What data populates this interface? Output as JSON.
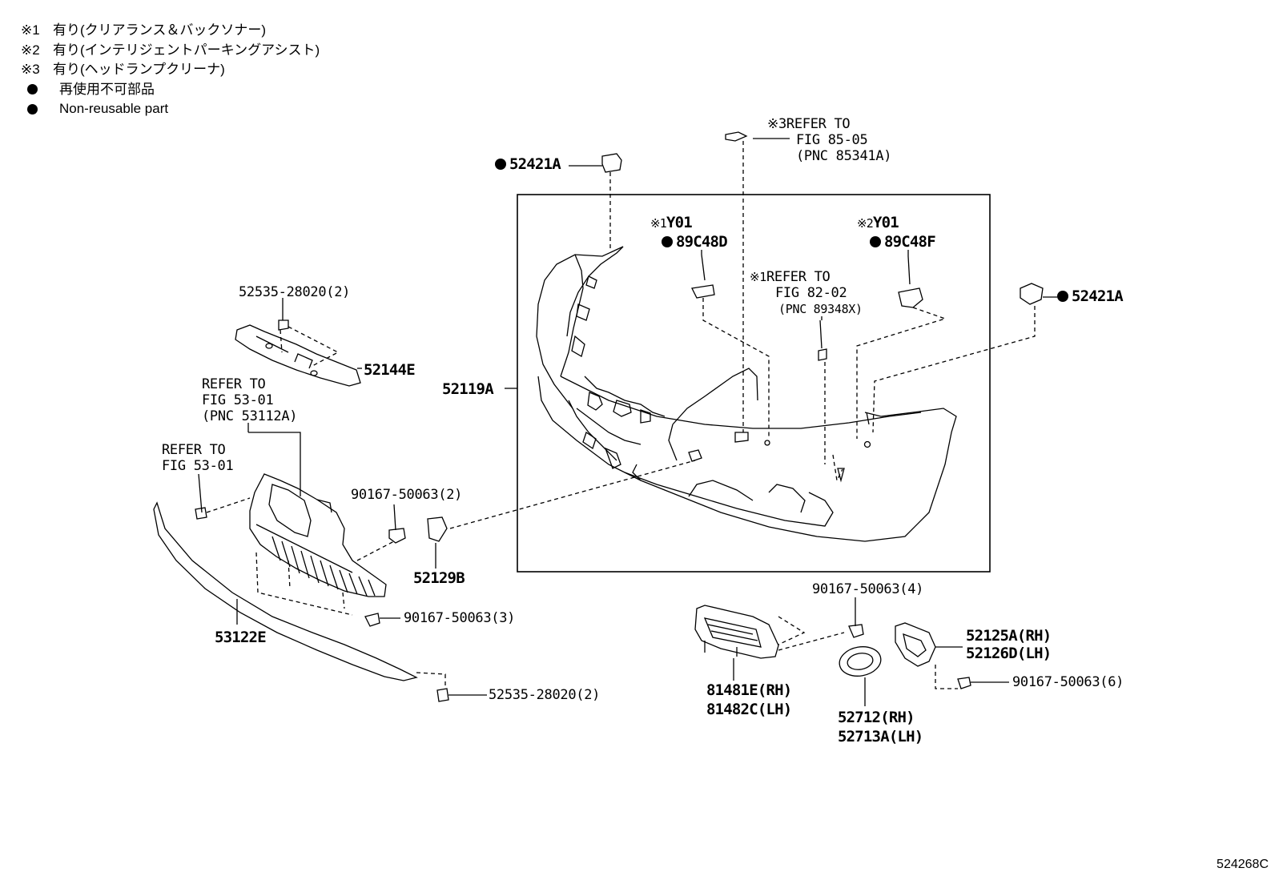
{
  "legend": [
    {
      "mark": "※1",
      "text": "有り(クリアランス＆バックソナー)"
    },
    {
      "mark": "※2",
      "text": "有り(インテリジェントパーキングアシスト)"
    },
    {
      "mark": "※3",
      "text": "有り(ヘッドランプクリーナ)"
    },
    {
      "mark": "●",
      "text": "再使用不可部品"
    },
    {
      "mark": "●",
      "text": "Non-reusable part"
    }
  ],
  "labels": {
    "p52421A_left": "52421A",
    "p52421A_right": "52421A",
    "refer85_mark": "※3",
    "refer85_l1": "REFER TO",
    "refer85_l2": "FIG 85-05",
    "refer85_l3": "(PNC 85341A)",
    "y01_a_mark": "※1",
    "y01_a": "Y01",
    "p89C48D": "89C48D",
    "y01_b_mark": "※2",
    "y01_b": "Y01",
    "p89C48F": "89C48F",
    "refer82_mark": "※1",
    "refer82_l1": "REFER TO",
    "refer82_l2": "FIG 82-02",
    "refer82_l3": "(PNC 89348X)",
    "p52535_top": "52535-28020(2)",
    "p52144E": "52144E",
    "p52119A": "52119A",
    "refer53a_l1": "REFER TO",
    "refer53a_l2": "FIG 53-01",
    "refer53a_l3": "(PNC 53112A)",
    "refer53b_l1": "REFER TO",
    "refer53b_l2": "FIG 53-01",
    "p90167_2": "90167-50063(2)",
    "p52129B": "52129B",
    "p90167_3": "90167-50063(3)",
    "p53122E": "53122E",
    "p52535_bottom": "52535-28020(2)",
    "p90167_4": "90167-50063(4)",
    "p52125A": "52125A(RH)",
    "p52126D": "52126D(LH)",
    "p90167_6": "90167-50063(6)",
    "p81481E": "81481E(RH)",
    "p81482C": "81482C(LH)",
    "p52712": "52712(RH)",
    "p52713A": "52713A(LH)"
  },
  "figure_code": "524268C"
}
